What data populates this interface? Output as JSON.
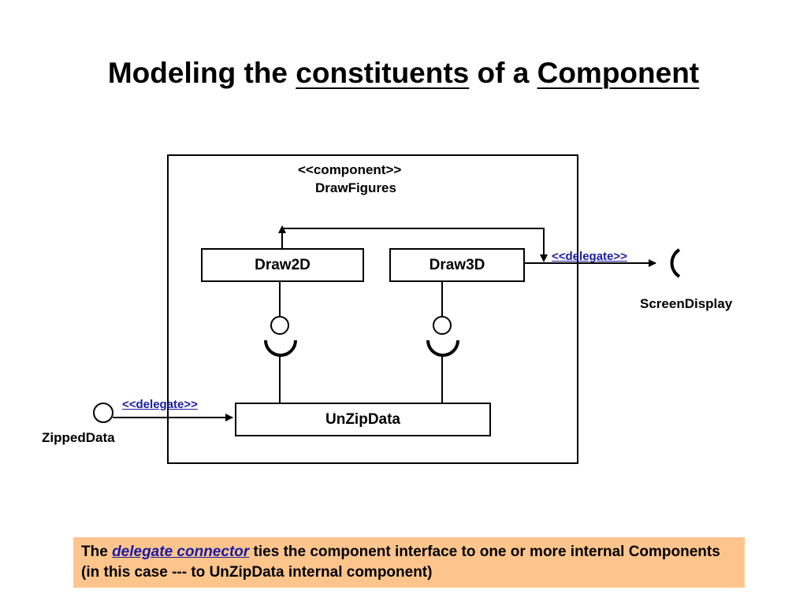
{
  "title": {
    "prefix": "Modeling the ",
    "word1": "constituents",
    "middle": " of a ",
    "word2": "Component"
  },
  "component": {
    "stereotype": "<<component>>",
    "name": "DrawFigures"
  },
  "parts": {
    "draw2d": "Draw2D",
    "draw3d": "Draw3D",
    "unzipdata": "UnZipData"
  },
  "interfaces": {
    "screen_display": "ScreenDisplay",
    "zipped_data": "ZippedData"
  },
  "delegates": {
    "top": "<<delegate>>",
    "bottom": "<<delegate>>"
  },
  "note": {
    "lead": "The ",
    "link": "delegate connector",
    "rest": " ties the component interface to one or more internal Components (in this case --- to UnZipData internal component)"
  },
  "colors": {
    "delegate_text": "#1a1aa6",
    "note_background": "#fdc58c"
  }
}
